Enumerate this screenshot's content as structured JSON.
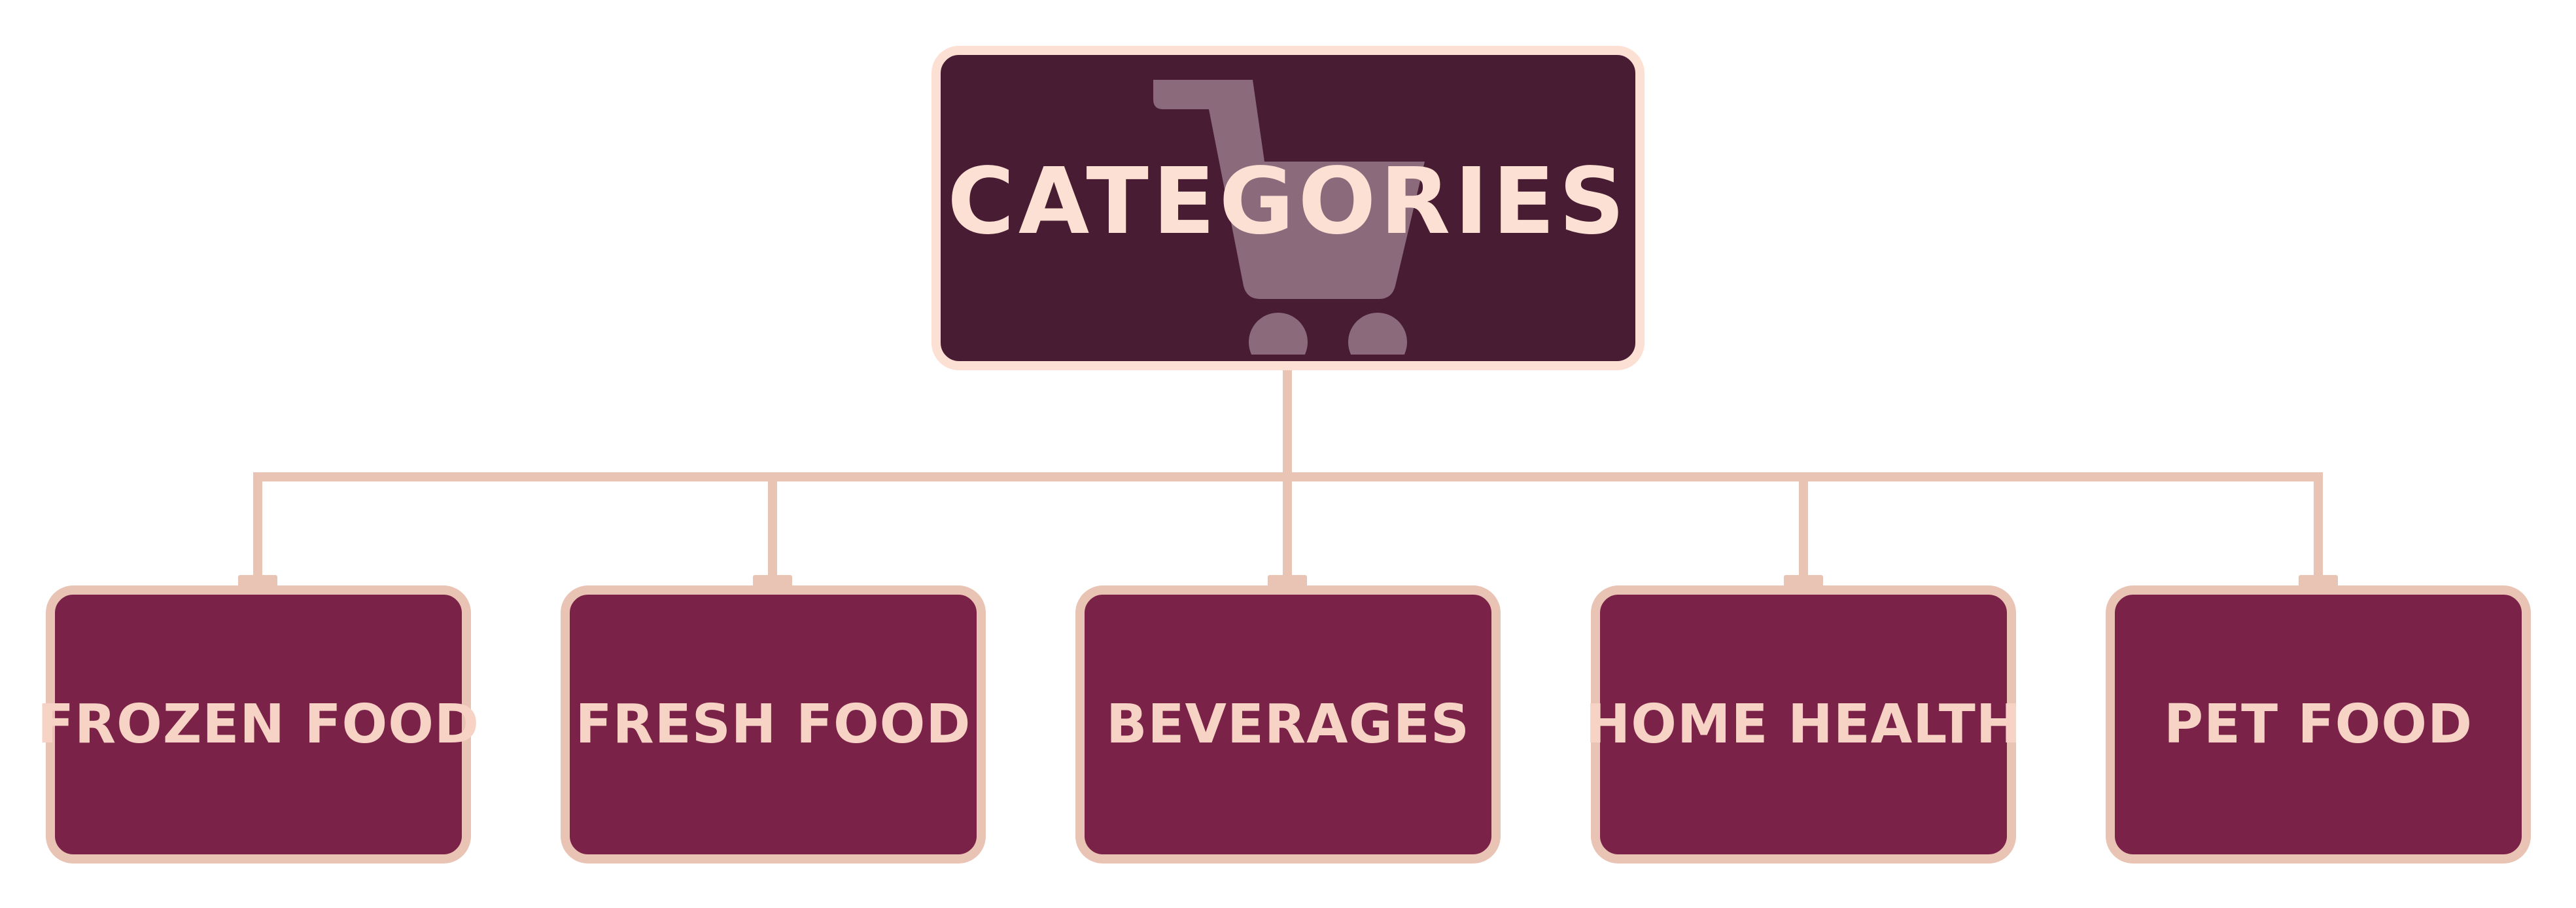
{
  "root": {
    "label": "CATEGORIES",
    "icon": "shopping-cart-icon"
  },
  "children": [
    {
      "label": "FROZEN FOOD"
    },
    {
      "label": "FRESH FOOD"
    },
    {
      "label": "BEVERAGES"
    },
    {
      "label": "HOME HEALTH"
    },
    {
      "label": "PET FOOD"
    }
  ],
  "colors": {
    "root_fill": "#481d33",
    "root_border": "#fde0d4",
    "child_fill": "#7a2248",
    "child_border": "#e9c3b3",
    "connector": "#e9c3b3",
    "text": "#fde0d4",
    "icon": "#8b6b7b"
  }
}
